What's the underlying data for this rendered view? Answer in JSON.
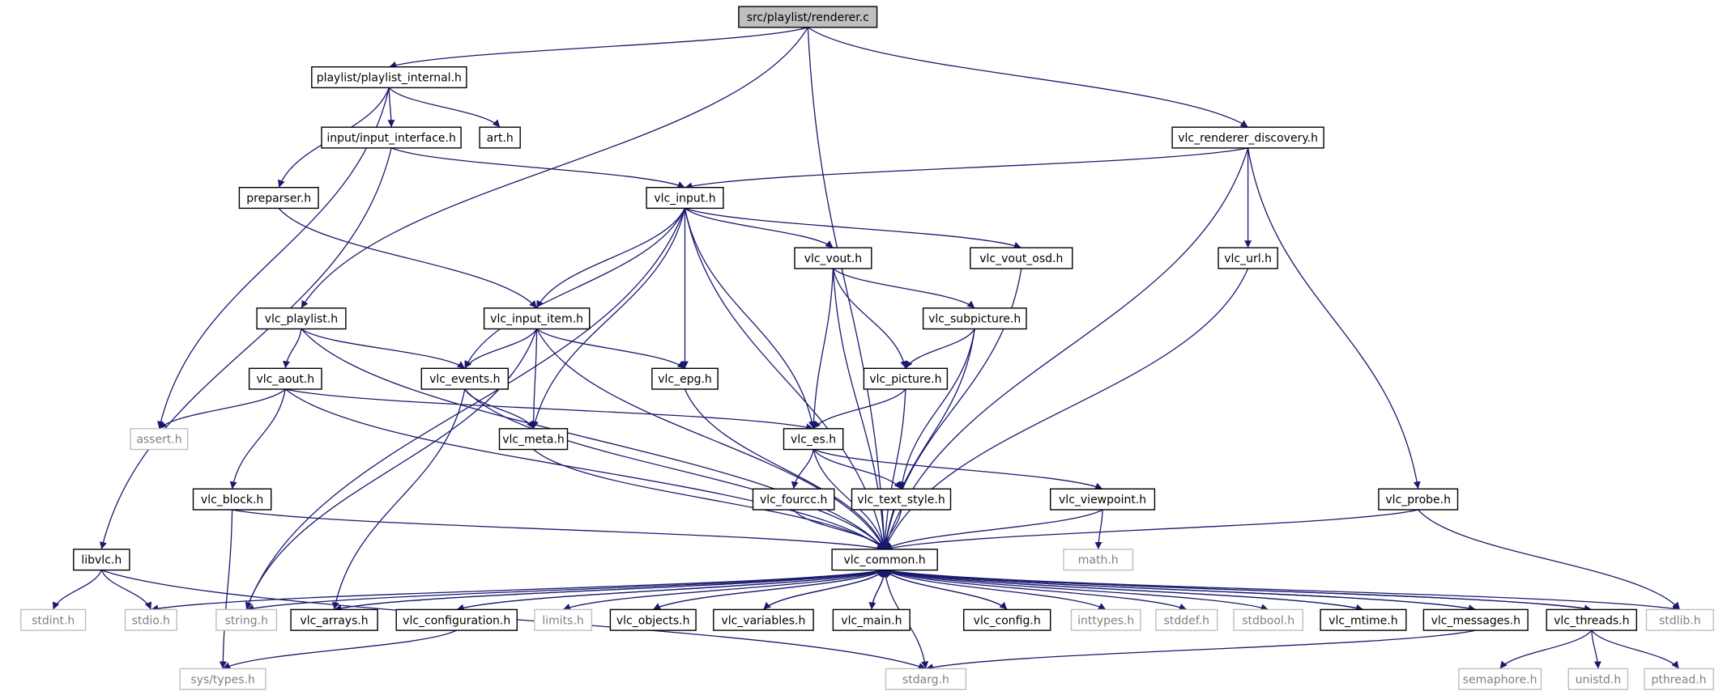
{
  "colors": {
    "edge": "#191970",
    "box": "#000000",
    "system_box": "#bfbfbf",
    "root_fill": "#bfbfbf",
    "text": "#000000",
    "system_text": "#7f7f7f"
  },
  "nodes": [
    {
      "id": "renderer_c",
      "label": "src/playlist/renderer.c",
      "kind": "root"
    },
    {
      "id": "playlist_internal",
      "label": "playlist/playlist_internal.h",
      "kind": "project"
    },
    {
      "id": "input_interface",
      "label": "input/input_interface.h",
      "kind": "project"
    },
    {
      "id": "art",
      "label": "art.h",
      "kind": "project"
    },
    {
      "id": "renderer_discovery",
      "label": "vlc_renderer_discovery.h",
      "kind": "project"
    },
    {
      "id": "preparser",
      "label": "preparser.h",
      "kind": "project"
    },
    {
      "id": "vlc_input",
      "label": "vlc_input.h",
      "kind": "project"
    },
    {
      "id": "vlc_vout",
      "label": "vlc_vout.h",
      "kind": "project"
    },
    {
      "id": "vlc_vout_osd",
      "label": "vlc_vout_osd.h",
      "kind": "project"
    },
    {
      "id": "vlc_url",
      "label": "vlc_url.h",
      "kind": "project"
    },
    {
      "id": "vlc_playlist",
      "label": "vlc_playlist.h",
      "kind": "project"
    },
    {
      "id": "vlc_input_item",
      "label": "vlc_input_item.h",
      "kind": "project"
    },
    {
      "id": "vlc_subpicture",
      "label": "vlc_subpicture.h",
      "kind": "project"
    },
    {
      "id": "vlc_aout",
      "label": "vlc_aout.h",
      "kind": "project"
    },
    {
      "id": "vlc_events",
      "label": "vlc_events.h",
      "kind": "project"
    },
    {
      "id": "vlc_epg",
      "label": "vlc_epg.h",
      "kind": "project"
    },
    {
      "id": "vlc_picture",
      "label": "vlc_picture.h",
      "kind": "project"
    },
    {
      "id": "assert",
      "label": "assert.h",
      "kind": "system"
    },
    {
      "id": "vlc_meta",
      "label": "vlc_meta.h",
      "kind": "project"
    },
    {
      "id": "vlc_es",
      "label": "vlc_es.h",
      "kind": "project"
    },
    {
      "id": "vlc_block",
      "label": "vlc_block.h",
      "kind": "project"
    },
    {
      "id": "vlc_fourcc",
      "label": "vlc_fourcc.h",
      "kind": "project"
    },
    {
      "id": "vlc_text_style",
      "label": "vlc_text_style.h",
      "kind": "project"
    },
    {
      "id": "vlc_viewpoint",
      "label": "vlc_viewpoint.h",
      "kind": "project"
    },
    {
      "id": "vlc_probe",
      "label": "vlc_probe.h",
      "kind": "project"
    },
    {
      "id": "libvlc",
      "label": "libvlc.h",
      "kind": "project"
    },
    {
      "id": "vlc_common",
      "label": "vlc_common.h",
      "kind": "project"
    },
    {
      "id": "math",
      "label": "math.h",
      "kind": "system"
    },
    {
      "id": "stdint",
      "label": "stdint.h",
      "kind": "system"
    },
    {
      "id": "stdio",
      "label": "stdio.h",
      "kind": "system"
    },
    {
      "id": "string",
      "label": "string.h",
      "kind": "system"
    },
    {
      "id": "vlc_arrays",
      "label": "vlc_arrays.h",
      "kind": "project"
    },
    {
      "id": "vlc_configuration",
      "label": "vlc_configuration.h",
      "kind": "project"
    },
    {
      "id": "limits",
      "label": "limits.h",
      "kind": "system"
    },
    {
      "id": "vlc_objects",
      "label": "vlc_objects.h",
      "kind": "project"
    },
    {
      "id": "vlc_variables",
      "label": "vlc_variables.h",
      "kind": "project"
    },
    {
      "id": "vlc_main",
      "label": "vlc_main.h",
      "kind": "project"
    },
    {
      "id": "vlc_config",
      "label": "vlc_config.h",
      "kind": "project"
    },
    {
      "id": "inttypes",
      "label": "inttypes.h",
      "kind": "system"
    },
    {
      "id": "stddef",
      "label": "stddef.h",
      "kind": "system"
    },
    {
      "id": "stdbool",
      "label": "stdbool.h",
      "kind": "system"
    },
    {
      "id": "vlc_mtime",
      "label": "vlc_mtime.h",
      "kind": "project"
    },
    {
      "id": "vlc_messages",
      "label": "vlc_messages.h",
      "kind": "project"
    },
    {
      "id": "vlc_threads",
      "label": "vlc_threads.h",
      "kind": "project"
    },
    {
      "id": "stdlib",
      "label": "stdlib.h",
      "kind": "system"
    },
    {
      "id": "sys_types",
      "label": "sys/types.h",
      "kind": "system"
    },
    {
      "id": "stdarg",
      "label": "stdarg.h",
      "kind": "system"
    },
    {
      "id": "semaphore",
      "label": "semaphore.h",
      "kind": "system"
    },
    {
      "id": "unistd",
      "label": "unistd.h",
      "kind": "system"
    },
    {
      "id": "pthread",
      "label": "pthread.h",
      "kind": "system"
    }
  ],
  "edges": [
    [
      "renderer_c",
      "playlist_internal"
    ],
    [
      "renderer_c",
      "renderer_discovery"
    ],
    [
      "renderer_c",
      "vlc_playlist"
    ],
    [
      "renderer_c",
      "vlc_common"
    ],
    [
      "playlist_internal",
      "input_interface"
    ],
    [
      "playlist_internal",
      "art"
    ],
    [
      "playlist_internal",
      "preparser"
    ],
    [
      "playlist_internal",
      "assert"
    ],
    [
      "input_interface",
      "vlc_input"
    ],
    [
      "input_interface",
      "libvlc"
    ],
    [
      "renderer_discovery",
      "vlc_input"
    ],
    [
      "renderer_discovery",
      "vlc_url"
    ],
    [
      "renderer_discovery",
      "vlc_probe"
    ],
    [
      "renderer_discovery",
      "vlc_common"
    ],
    [
      "preparser",
      "vlc_input_item"
    ],
    [
      "vlc_input",
      "vlc_vout"
    ],
    [
      "vlc_input",
      "vlc_vout_osd"
    ],
    [
      "vlc_input",
      "vlc_input_item"
    ],
    [
      "vlc_input",
      "vlc_events"
    ],
    [
      "vlc_input",
      "vlc_epg"
    ],
    [
      "vlc_input",
      "vlc_meta"
    ],
    [
      "vlc_input",
      "vlc_es"
    ],
    [
      "vlc_input",
      "string"
    ],
    [
      "vlc_input",
      "vlc_common"
    ],
    [
      "vlc_vout",
      "vlc_subpicture"
    ],
    [
      "vlc_vout",
      "vlc_picture"
    ],
    [
      "vlc_vout",
      "vlc_es"
    ],
    [
      "vlc_vout",
      "vlc_common"
    ],
    [
      "vlc_vout_osd",
      "vlc_common"
    ],
    [
      "vlc_url",
      "vlc_common"
    ],
    [
      "vlc_playlist",
      "vlc_aout"
    ],
    [
      "vlc_playlist",
      "vlc_events"
    ],
    [
      "vlc_playlist",
      "vlc_common"
    ],
    [
      "vlc_input_item",
      "vlc_events"
    ],
    [
      "vlc_input_item",
      "vlc_epg"
    ],
    [
      "vlc_input_item",
      "vlc_meta"
    ],
    [
      "vlc_input_item",
      "string"
    ],
    [
      "vlc_input_item",
      "vlc_common"
    ],
    [
      "vlc_subpicture",
      "vlc_picture"
    ],
    [
      "vlc_subpicture",
      "vlc_text_style"
    ],
    [
      "vlc_subpicture",
      "vlc_common"
    ],
    [
      "vlc_aout",
      "assert"
    ],
    [
      "vlc_aout",
      "vlc_block"
    ],
    [
      "vlc_aout",
      "vlc_es"
    ],
    [
      "vlc_aout",
      "vlc_common"
    ],
    [
      "vlc_events",
      "vlc_meta"
    ],
    [
      "vlc_events",
      "vlc_arrays"
    ],
    [
      "vlc_events",
      "vlc_common"
    ],
    [
      "vlc_epg",
      "vlc_common"
    ],
    [
      "vlc_picture",
      "vlc_es"
    ],
    [
      "vlc_picture",
      "vlc_common"
    ],
    [
      "vlc_meta",
      "vlc_common"
    ],
    [
      "vlc_es",
      "vlc_fourcc"
    ],
    [
      "vlc_es",
      "vlc_text_style"
    ],
    [
      "vlc_es",
      "vlc_viewpoint"
    ],
    [
      "vlc_es",
      "vlc_common"
    ],
    [
      "vlc_block",
      "sys_types"
    ],
    [
      "vlc_block",
      "vlc_common"
    ],
    [
      "vlc_fourcc",
      "vlc_common"
    ],
    [
      "vlc_text_style",
      "vlc_common"
    ],
    [
      "vlc_viewpoint",
      "math"
    ],
    [
      "vlc_viewpoint",
      "vlc_common"
    ],
    [
      "vlc_probe",
      "vlc_common"
    ],
    [
      "vlc_probe",
      "stdlib"
    ],
    [
      "libvlc",
      "stdint"
    ],
    [
      "libvlc",
      "stdio"
    ],
    [
      "libvlc",
      "stdarg"
    ],
    [
      "vlc_common",
      "stdio"
    ],
    [
      "vlc_common",
      "string"
    ],
    [
      "vlc_common",
      "vlc_arrays"
    ],
    [
      "vlc_common",
      "vlc_configuration"
    ],
    [
      "vlc_common",
      "limits"
    ],
    [
      "vlc_common",
      "vlc_objects"
    ],
    [
      "vlc_common",
      "vlc_variables"
    ],
    [
      "vlc_common",
      "vlc_main"
    ],
    [
      "vlc_common",
      "vlc_config"
    ],
    [
      "vlc_common",
      "inttypes"
    ],
    [
      "vlc_common",
      "stddef"
    ],
    [
      "vlc_common",
      "stdbool"
    ],
    [
      "vlc_common",
      "vlc_mtime"
    ],
    [
      "vlc_common",
      "vlc_messages"
    ],
    [
      "vlc_common",
      "vlc_threads"
    ],
    [
      "vlc_common",
      "stdlib"
    ],
    [
      "vlc_common",
      "stdarg"
    ],
    [
      "vlc_arrays",
      "vlc_common"
    ],
    [
      "vlc_configuration",
      "vlc_common"
    ],
    [
      "vlc_configuration",
      "sys_types"
    ],
    [
      "vlc_objects",
      "vlc_common"
    ],
    [
      "vlc_variables",
      "vlc_common"
    ],
    [
      "vlc_main",
      "vlc_common"
    ],
    [
      "vlc_config",
      "vlc_common"
    ],
    [
      "vlc_mtime",
      "vlc_common"
    ],
    [
      "vlc_messages",
      "vlc_common"
    ],
    [
      "vlc_messages",
      "stdarg"
    ],
    [
      "vlc_threads",
      "vlc_common"
    ],
    [
      "vlc_threads",
      "semaphore"
    ],
    [
      "vlc_threads",
      "unistd"
    ],
    [
      "vlc_threads",
      "pthread"
    ]
  ]
}
